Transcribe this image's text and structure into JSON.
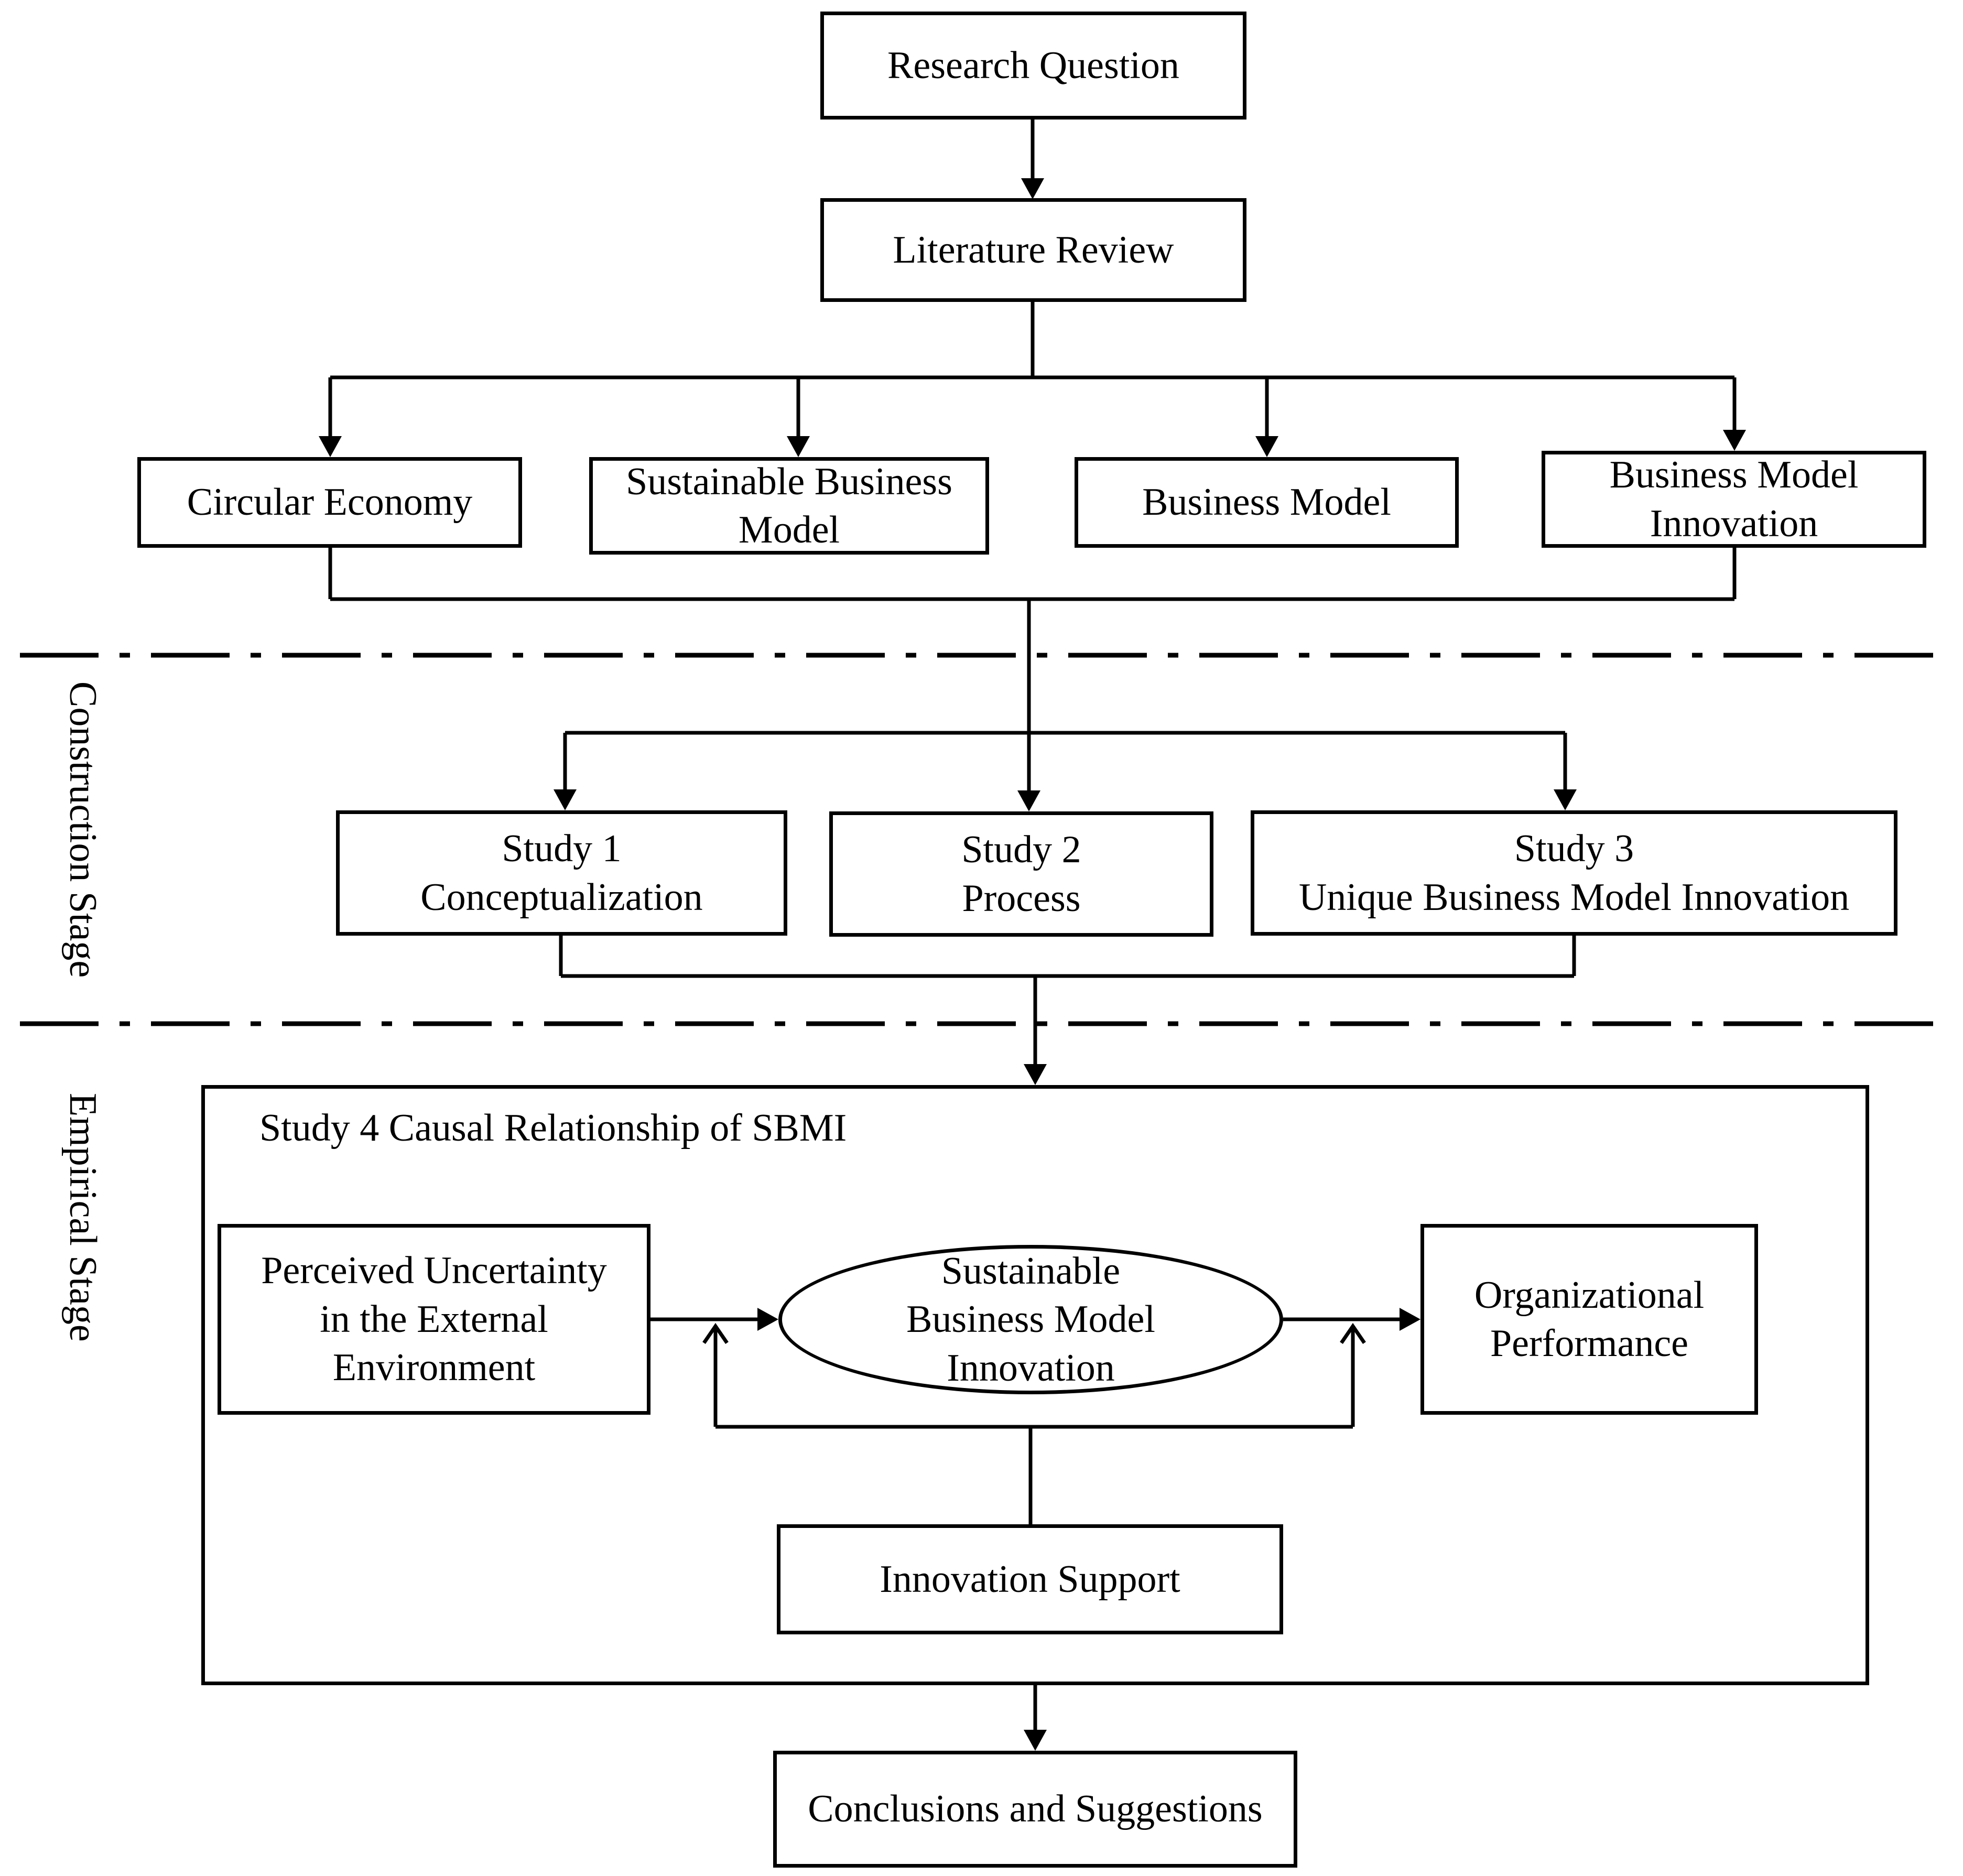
{
  "colors": {
    "stroke": "#000000",
    "background": "#ffffff"
  },
  "nodes": {
    "research_question": "Research Question",
    "literature_review": "Literature Review",
    "circular_economy": "Circular Economy",
    "sustainable_business_model": [
      "Sustainable Business",
      "Model"
    ],
    "business_model": "Business Model",
    "business_model_innovation": [
      "Business Model",
      "Innovation"
    ],
    "study1": [
      "Study 1",
      "Conceptualization"
    ],
    "study2": [
      "Study 2",
      "Process"
    ],
    "study3": [
      "Study 3",
      "Unique Business Model Innovation"
    ],
    "study4_title": "Study 4 Causal Relationship of SBMI",
    "perceived_uncertainty": [
      "Perceived Uncertainty",
      "in the External",
      "Environment"
    ],
    "sbmi": [
      "Sustainable",
      "Business Model",
      "Innovation"
    ],
    "organizational_performance": [
      "Organizational",
      "Performance"
    ],
    "innovation_support": "Innovation Support",
    "conclusions": "Conclusions and Suggestions"
  },
  "stages": {
    "construction": "Construction Stage",
    "empirical": "Empirical Stage"
  }
}
